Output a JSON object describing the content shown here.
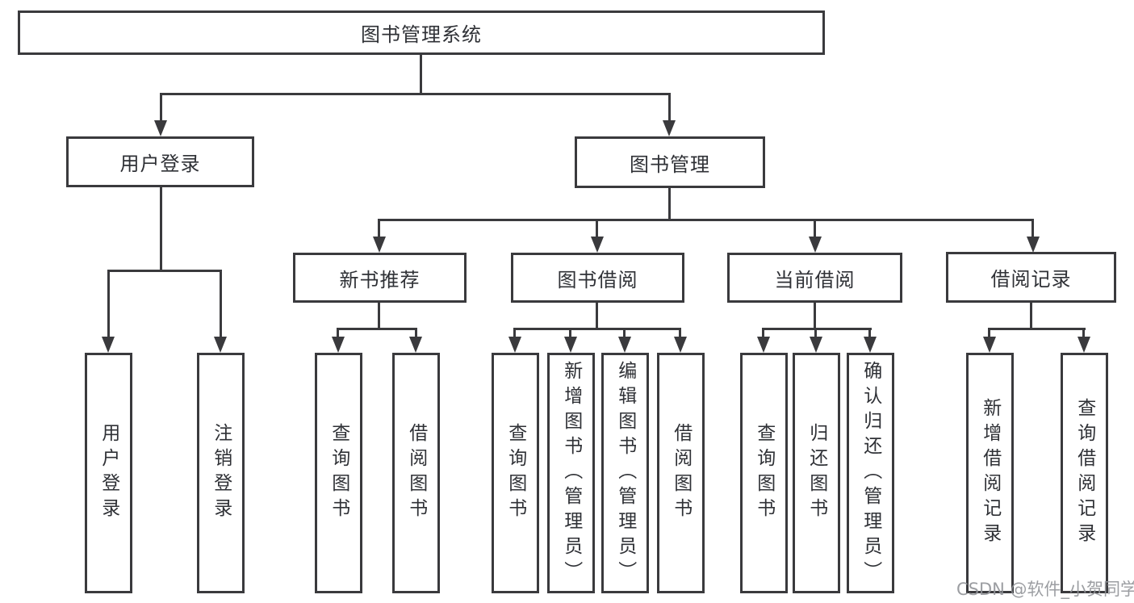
{
  "watermark": "CSDN @软件_小贺同学",
  "colors": {
    "line": "#3a3a3d",
    "text": "#2f3136",
    "watermark": "#919498"
  },
  "tree": {
    "root": "图书管理系统",
    "branches": [
      {
        "label": "用户登录",
        "leaves": [
          "用户登录",
          "注销登录"
        ]
      },
      {
        "label": "图书管理",
        "groups": [
          {
            "label": "新书推荐",
            "leaves": [
              "查询图书",
              "借阅图书"
            ]
          },
          {
            "label": "图书借阅",
            "leaves": [
              "查询图书",
              "新增图书（管理员）",
              "编辑图书（管理员）",
              "借阅图书"
            ]
          },
          {
            "label": "当前借阅",
            "leaves": [
              "查询图书",
              "归还图书",
              "确认归还（管理员）"
            ]
          },
          {
            "label": "借阅记录",
            "leaves": [
              "新增借阅记录",
              "查询借阅记录"
            ]
          }
        ]
      }
    ]
  }
}
